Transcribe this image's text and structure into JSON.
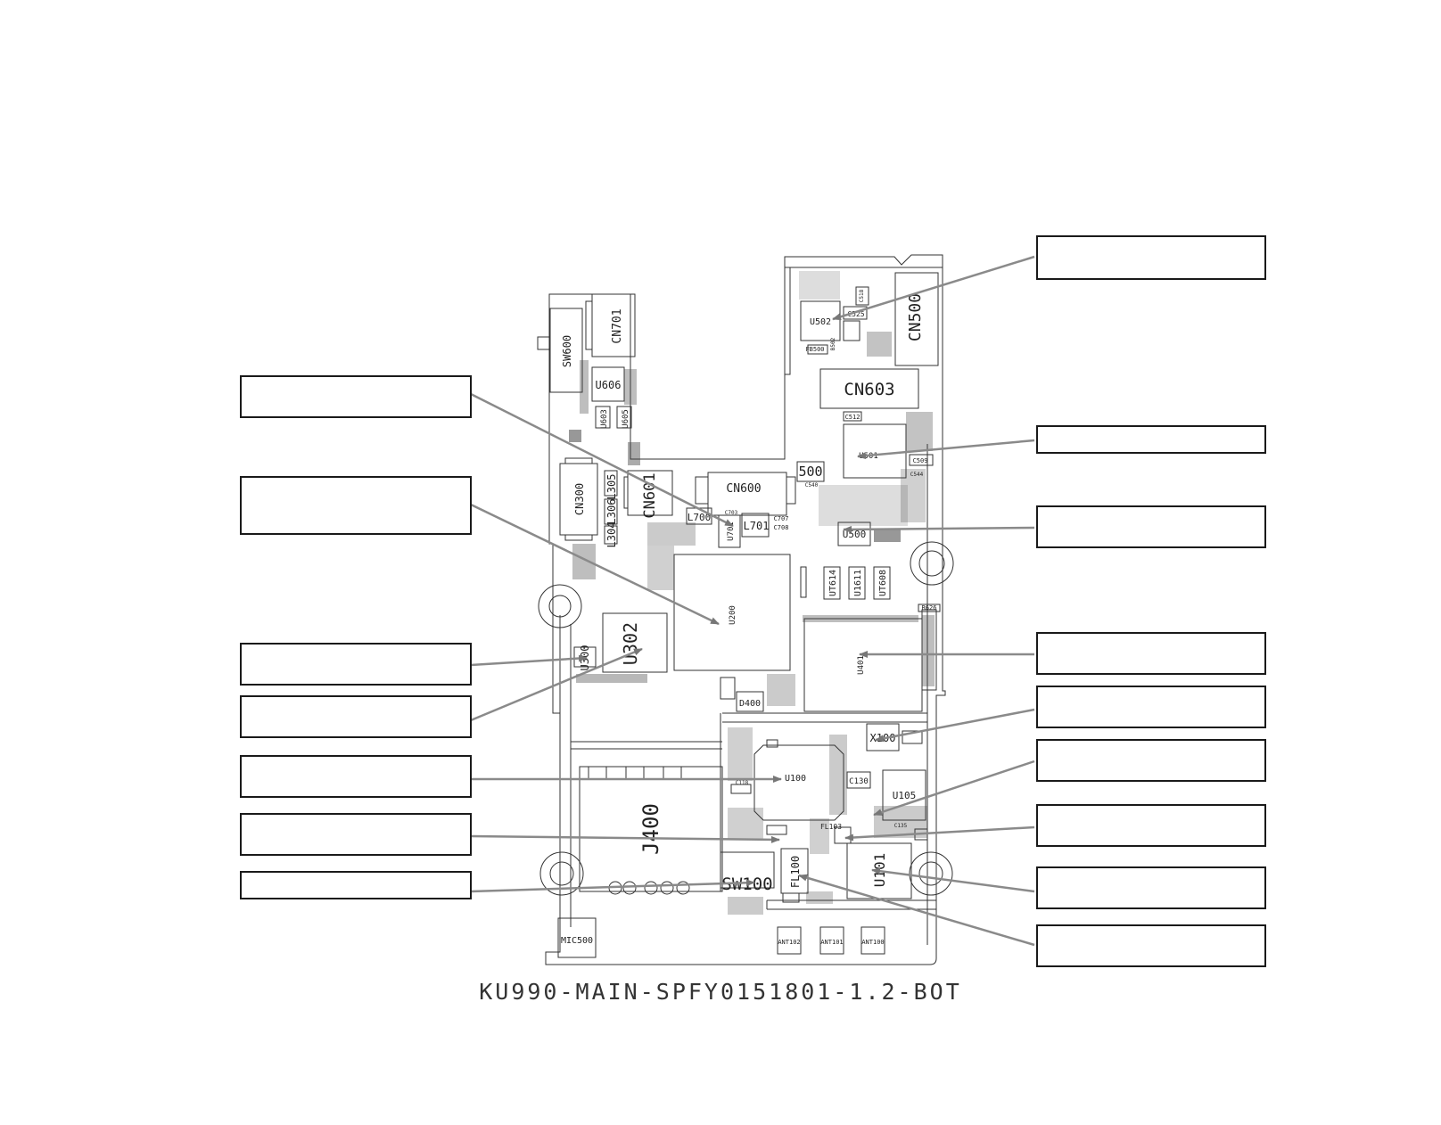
{
  "caption": "KU990-MAIN-SPFY0151801-1.2-BOT",
  "components": {
    "sw600": "SW600",
    "cn701": "CN701",
    "u606": "U606",
    "u603": "U603",
    "u605": "U605",
    "cn300": "CN300",
    "l304": "L304",
    "l305": "L305",
    "l306": "L306",
    "cn601": "CN601",
    "cn600": "CN600",
    "l700": "L700",
    "l701": "L701",
    "c703": "C703",
    "c707": "C707",
    "c708": "C708",
    "u701": "U701",
    "u200": "U200",
    "u302": "U302",
    "u300": "U300",
    "d400": "D400",
    "u502": "U502",
    "cn500": "CN500",
    "c525": "C525",
    "c518": "C518",
    "fb500": "FB500",
    "b502": "B502",
    "cn603": "CN603",
    "c512": "C512",
    "u501": "U501",
    "c509": "C509",
    "v500": "500",
    "u500": "U500",
    "ut614": "UT614",
    "u1611": "U1611",
    "ut608": "UT608",
    "r626": "R626",
    "u401": "U401",
    "x100": "X100",
    "u100": "U100",
    "c130": "C130",
    "u105": "U105",
    "fl103": "FL103",
    "u101": "U101",
    "fl100": "FL100",
    "sw100": "SW100",
    "j400": "J400",
    "mic500": "MIC500",
    "ant102": "ANT102",
    "ant101": "ANT101",
    "ant100": "ANT100",
    "c118": "C118",
    "c135": "C135",
    "c540": "C540",
    "c544": "C544"
  }
}
